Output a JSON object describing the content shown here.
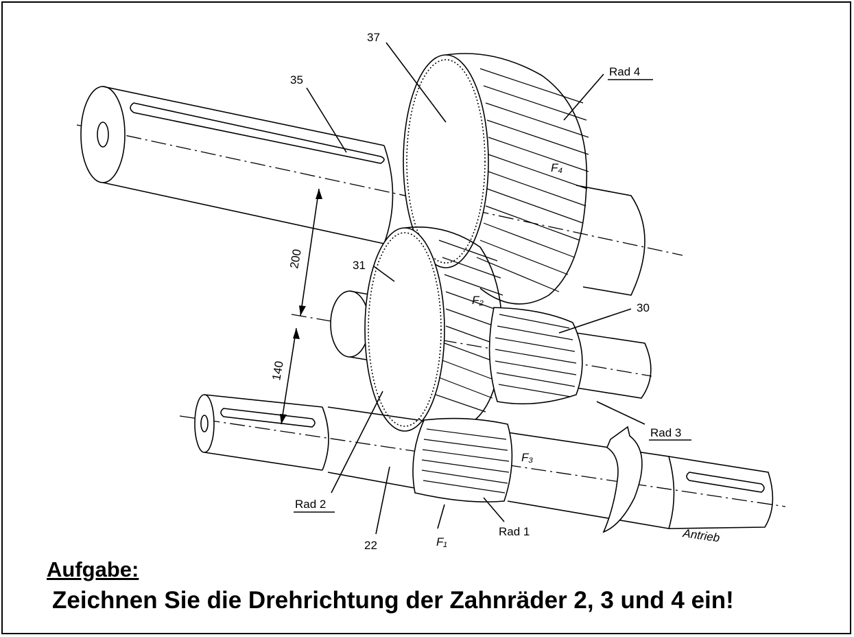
{
  "diagram": {
    "labels": {
      "part_37": "37",
      "part_35": "35",
      "rad_4": "Rad 4",
      "force_f4": "F₄",
      "dim_200": "200",
      "part_31": "31",
      "force_f2": "F₂",
      "part_30": "30",
      "dim_140": "140",
      "rad_3": "Rad 3",
      "force_f3": "F₃",
      "rad_2": "Rad 2",
      "part_22": "22",
      "force_f1": "F₁",
      "rad_1": "Rad 1",
      "antrieb": "Antrieb"
    }
  },
  "task": {
    "heading": "Aufgabe:",
    "text": "Zeichnen Sie die Drehrichtung der Zahnräder 2, 3 und 4 ein!"
  }
}
